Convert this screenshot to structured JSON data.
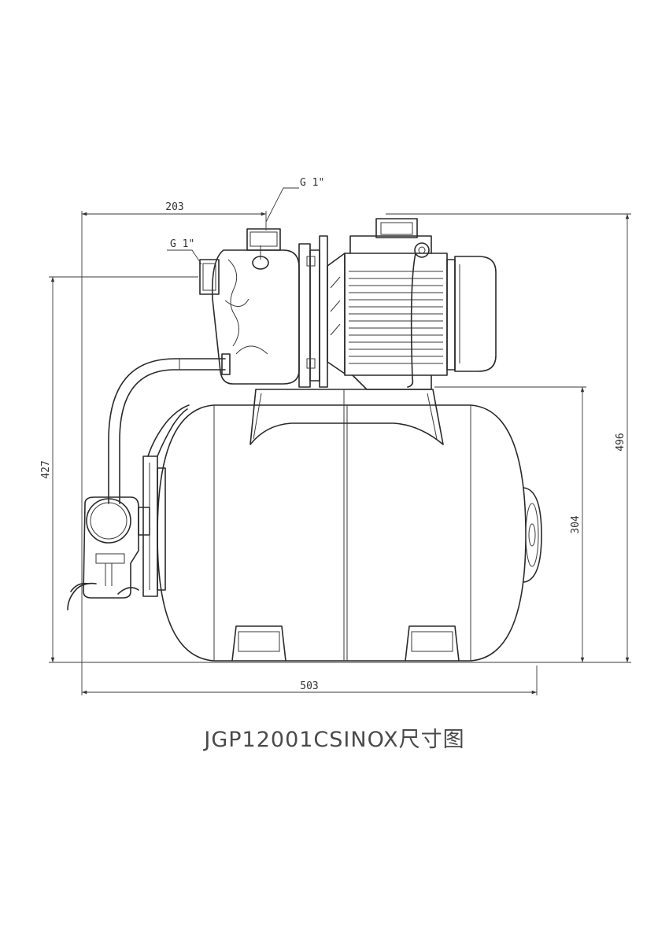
{
  "drawing": {
    "caption": "JGP12001CSINOX尺寸图",
    "ports": {
      "top_outlet": "G 1\"",
      "side_inlet": "G 1\""
    },
    "dimensions": {
      "overall_width": "503",
      "inlet_to_outlet": "203",
      "overall_height": "496",
      "inlet_height": "427",
      "tank_height": "304"
    }
  }
}
